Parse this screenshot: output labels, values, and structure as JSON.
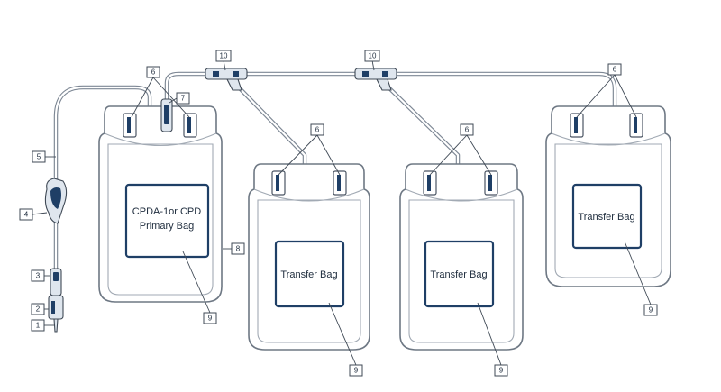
{
  "bags": [
    {
      "id": "primary",
      "label_lines": [
        "CPDA-1or CPD",
        "Primary Bag"
      ]
    },
    {
      "id": "transfer-1",
      "label_lines": [
        "Transfer Bag"
      ]
    },
    {
      "id": "transfer-2",
      "label_lines": [
        "Transfer Bag"
      ]
    },
    {
      "id": "transfer-3",
      "label_lines": [
        "Transfer Bag"
      ]
    }
  ],
  "callouts": {
    "c1": "1",
    "c2": "2",
    "c3": "3",
    "c4": "4",
    "c5": "5",
    "c6a": "6",
    "c6b": "6",
    "c6c": "6",
    "c6d": "6",
    "c7": "7",
    "c8": "8",
    "c9a": "9",
    "c9b": "9",
    "c9c": "9",
    "c9d": "9",
    "c10a": "10",
    "c10b": "10"
  },
  "colors": {
    "label_border": "#1f3f66",
    "tube": "#7d8794",
    "bag_outline": "#6e7884"
  }
}
